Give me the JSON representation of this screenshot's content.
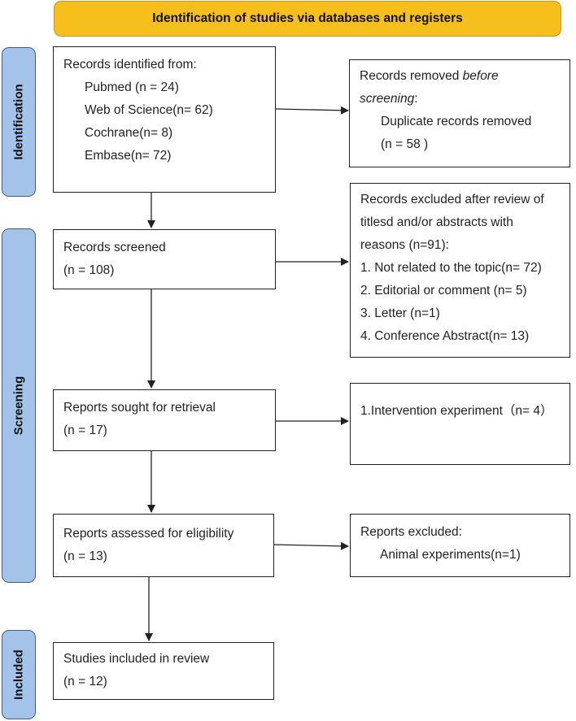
{
  "header": {
    "title": "Identification of studies via databases and registers"
  },
  "phases": {
    "identification": "Identification",
    "screening": "Screening",
    "included": "Included"
  },
  "boxes": {
    "records_identified": {
      "heading": "Records identified from:",
      "sources": [
        "Pubmed (n = 24)",
        "Web of Science(n= 62)",
        "Cochrane(n= 8)",
        "Embase(n= 72)"
      ]
    },
    "records_removed": {
      "line1_prefix": "Records removed ",
      "line1_emph": "before",
      "line2_emph": "screening",
      "line2_suffix": ":",
      "item": "Duplicate records removed",
      "count": "(n = 58 )"
    },
    "records_screened": {
      "label": "Records screened",
      "count": "(n = 108)"
    },
    "records_excluded": {
      "line1": "Records excluded after review of",
      "line2": "titlesd and/or abstracts with",
      "line3": "reasons (n=91):",
      "reasons": [
        "1. Not related to the topic(n= 72)",
        "2. Editorial or comment (n= 5)",
        "3. Letter (n=1)",
        "4. Conference Abstract(n= 13)"
      ]
    },
    "reports_sought": {
      "label": "Reports sought for retrieval",
      "count": "(n = 17)"
    },
    "not_retrieved": {
      "text": "1.Intervention experiment（n= 4）"
    },
    "reports_assessed": {
      "label": "Reports assessed for eligibility",
      "count": "(n = 13)"
    },
    "reports_excluded": {
      "heading": "Reports excluded:",
      "item": "Animal experiments(n=1)"
    },
    "studies_included": {
      "label": "Studies included in review",
      "count": "(n = 12)"
    }
  },
  "colors": {
    "banner_fill": "#f7bf1b",
    "phase_fill": "#a3c3e8",
    "phase_border": "#3f5f88",
    "box_border": "#222222",
    "arrow": "#222222"
  }
}
